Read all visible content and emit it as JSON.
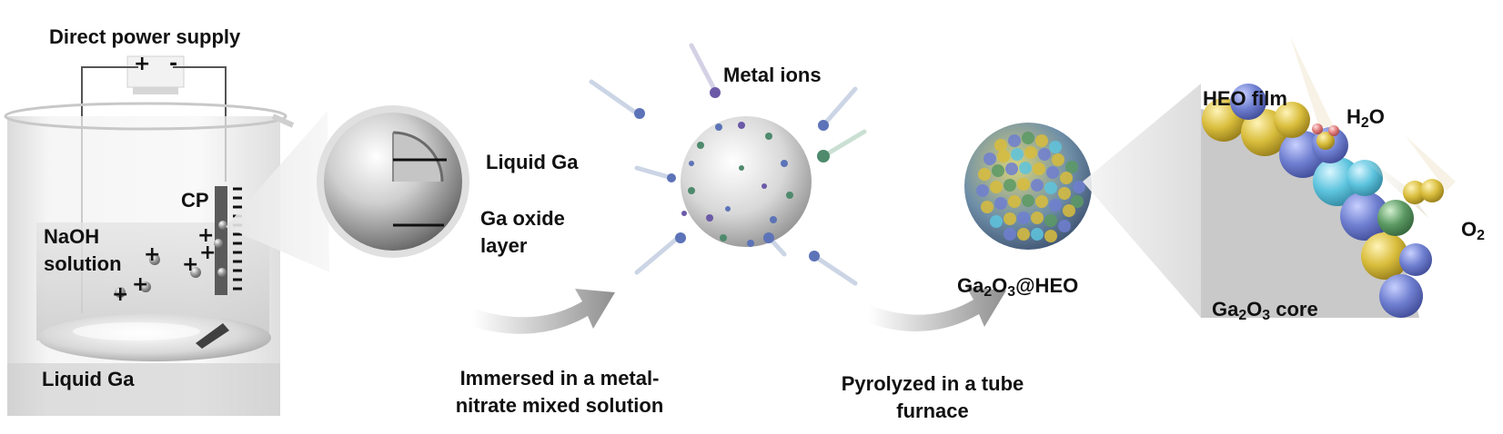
{
  "labels": {
    "power_supply": "Direct power supply",
    "plus_sign": "+",
    "minus_sign": "-",
    "cp": "CP",
    "naoh_line1": "NaOH",
    "naoh_line2": "solution",
    "liquid_ga_beaker": "Liquid Ga",
    "liquid_ga_callout": "Liquid Ga",
    "ga_oxide_line1": "Ga oxide",
    "ga_oxide_line2": "layer",
    "metal_ions": "Metal ions",
    "step1_line1": "Immersed in a metal-",
    "step1_line2": "nitrate mixed solution",
    "product": {
      "a": "Ga",
      "sub1": "2",
      "b": "O",
      "sub2": "3",
      "c": "@HEO"
    },
    "step2_line1": "Pyrolyzed in a tube",
    "step2_line2": "furnace",
    "heo_film": "HEO film",
    "water": {
      "a": "H",
      "sub": "2",
      "b": "O"
    },
    "oxygen": {
      "a": "O",
      "sub": "2"
    },
    "core": {
      "a": "Ga",
      "sub1": "2",
      "b": "O",
      "sub2": "3",
      "c": " core"
    }
  },
  "colors": {
    "ion_blue": "#5c73b8",
    "ion_green": "#4f8a6d",
    "ion_purple": "#6c5aa8",
    "heo_yellow": "#d9bd3c",
    "heo_blue": "#6f7fd0",
    "heo_cyan": "#5ec4de",
    "heo_green": "#5c9a64",
    "arrow_gray": "#8f8f8f"
  }
}
